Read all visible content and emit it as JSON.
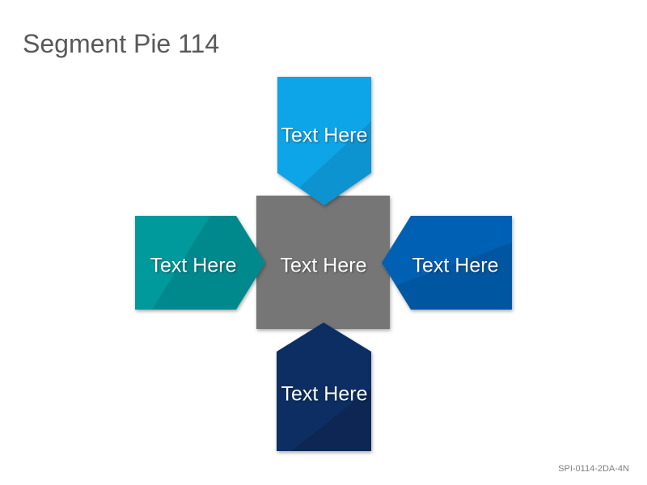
{
  "title": "Segment Pie 114",
  "footer_code": "SPI-0114-2DA-4N",
  "colors": {
    "top": "#0aa4e8",
    "left": "#00999c",
    "right": "#0060b4",
    "bottom": "#0b2f62",
    "center": "#767676"
  },
  "segments": {
    "top": {
      "label": "Text Here"
    },
    "left": {
      "label": "Text Here"
    },
    "right": {
      "label": "Text Here"
    },
    "bottom": {
      "label": "Text Here"
    },
    "center": {
      "label": "Text Here"
    }
  }
}
